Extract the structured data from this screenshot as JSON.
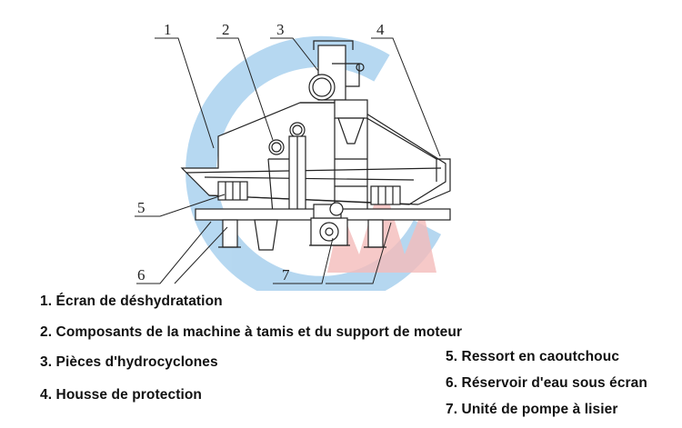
{
  "callouts": [
    "1",
    "2",
    "3",
    "4",
    "5",
    "6",
    "7"
  ],
  "legend": {
    "item1": "1. Écran de déshydratation",
    "item2": "2. Composants de la machine à tamis et du support de moteur",
    "item3": "3. Pièces d'hydrocyclones",
    "item4": "4. Housse de protection",
    "item5": "5. Ressort en caoutchouc",
    "item6": "6. Réservoir d'eau sous écran",
    "item7": "7. Unité de pompe à lisier"
  },
  "colors": {
    "line": "#222222",
    "watermark_blue": "#a9d1ee",
    "watermark_red": "#f3b0ae"
  }
}
